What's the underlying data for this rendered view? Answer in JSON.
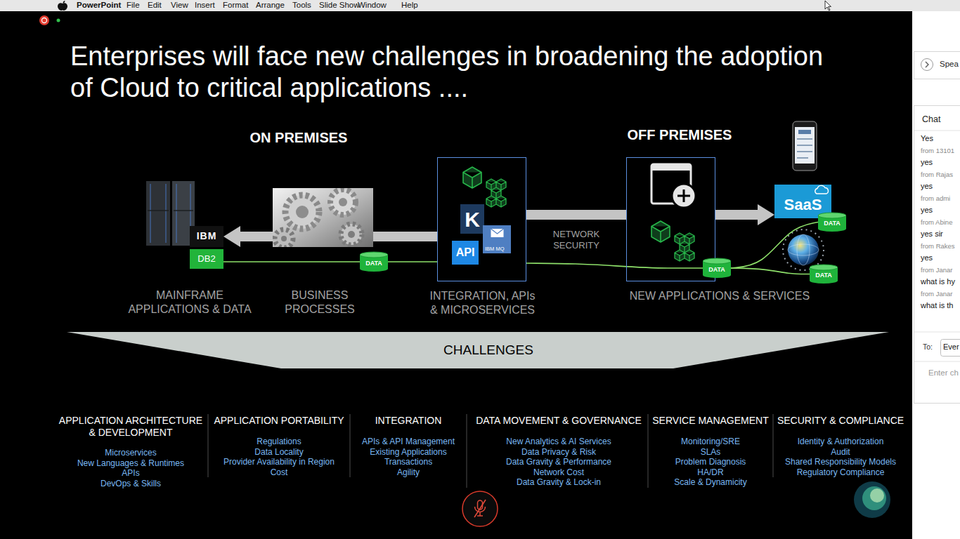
{
  "diagram": {
    "title": "Enterprises will face new challenges in broadening the adoption of Cloud to critical applications ....",
    "nodes": [
      {
        "text": [
          "IBM"
        ]
      },
      {
        "text": [
          "DB2"
        ]
      },
      {
        "text": [
          "DATA"
        ]
      },
      {
        "text": [
          "INTEGRATION, APIs & MICROSERVICES"
        ]
      },
      {
        "text": [
          "K"
        ],
        "in": 3
      },
      {
        "text": [
          "API"
        ],
        "in": 3
      },
      {
        "text": [
          "IBM MQ"
        ],
        "in": 3
      },
      {
        "text": [
          "NEW APPLICATIONS & SERVICES"
        ]
      },
      {
        "text": [
          "DATA"
        ]
      },
      {
        "text": [
          "SaaS"
        ]
      },
      {
        "text": [
          "DATA"
        ]
      },
      {
        "text": [
          "DATA"
        ]
      },
      {
        "text": [
          "CHALLENGES"
        ]
      }
    ],
    "edges": [
      {
        "from": 3,
        "to": 0,
        "arrow": "to"
      },
      {
        "from": 3,
        "to": 7,
        "arrow": "none",
        "label": "NETWORK SECURITY"
      },
      {
        "from": 7,
        "to": 9,
        "arrow": "to"
      },
      {
        "from": 1,
        "to": 2,
        "arrow": "none"
      },
      {
        "from": 2,
        "to": 3,
        "arrow": "none"
      },
      {
        "from": 3,
        "to": 8,
        "arrow": "none"
      },
      {
        "from": 8,
        "to": 10,
        "arrow": "none"
      },
      {
        "from": 8,
        "to": 11,
        "arrow": "none"
      }
    ],
    "labels": [
      "PowerPoint",
      "File",
      "Edit",
      "View",
      "Insert",
      "Format",
      "Arrange",
      "Tools",
      "Slide Show",
      "Window",
      "Help",
      "ON PREMISES",
      "OFF PREMISES",
      "MAINFRAME APPLICATIONS & DATA",
      "BUSINESS PROCESSES",
      "APPLICATION ARCHITECTURE & DEVELOPMENT",
      "Microservices",
      "New Languages & Runtimes",
      "APIs",
      "DevOps & Skills",
      "APPLICATION PORTABILITY",
      "Regulations",
      "Data Locality",
      "Provider Availability in Region",
      "Cost",
      "INTEGRATION",
      "APIs & API Management",
      "Existing Applications",
      "Transactions",
      "Agility",
      "DATA MOVEMENT & GOVERNANCE",
      "New Analytics & AI Services",
      "Data Privacy & Risk",
      "Data Gravity & Performance",
      "Network Cost",
      "Data Gravity & Lock-in",
      "SERVICE MANAGEMENT",
      "Monitoring/SRE",
      "SLAs",
      "Problem Diagnosis",
      "HA/DR",
      "Scale & Dynamicity",
      "SECURITY & COMPLIANCE",
      "Identity & Authorization",
      "Audit",
      "Shared Responsibility Models",
      "Regulatory Compliance",
      "Spea",
      "Chat",
      "Yes",
      "from 13101",
      "yes",
      "from Rajas",
      "yes",
      "from admi",
      "yes",
      "from Abine",
      "yes sir",
      "from Rakes",
      "yes",
      "from Janar",
      "what is hy",
      "from Janar",
      "what is th",
      "To:",
      "Ever",
      "Enter ch"
    ]
  }
}
